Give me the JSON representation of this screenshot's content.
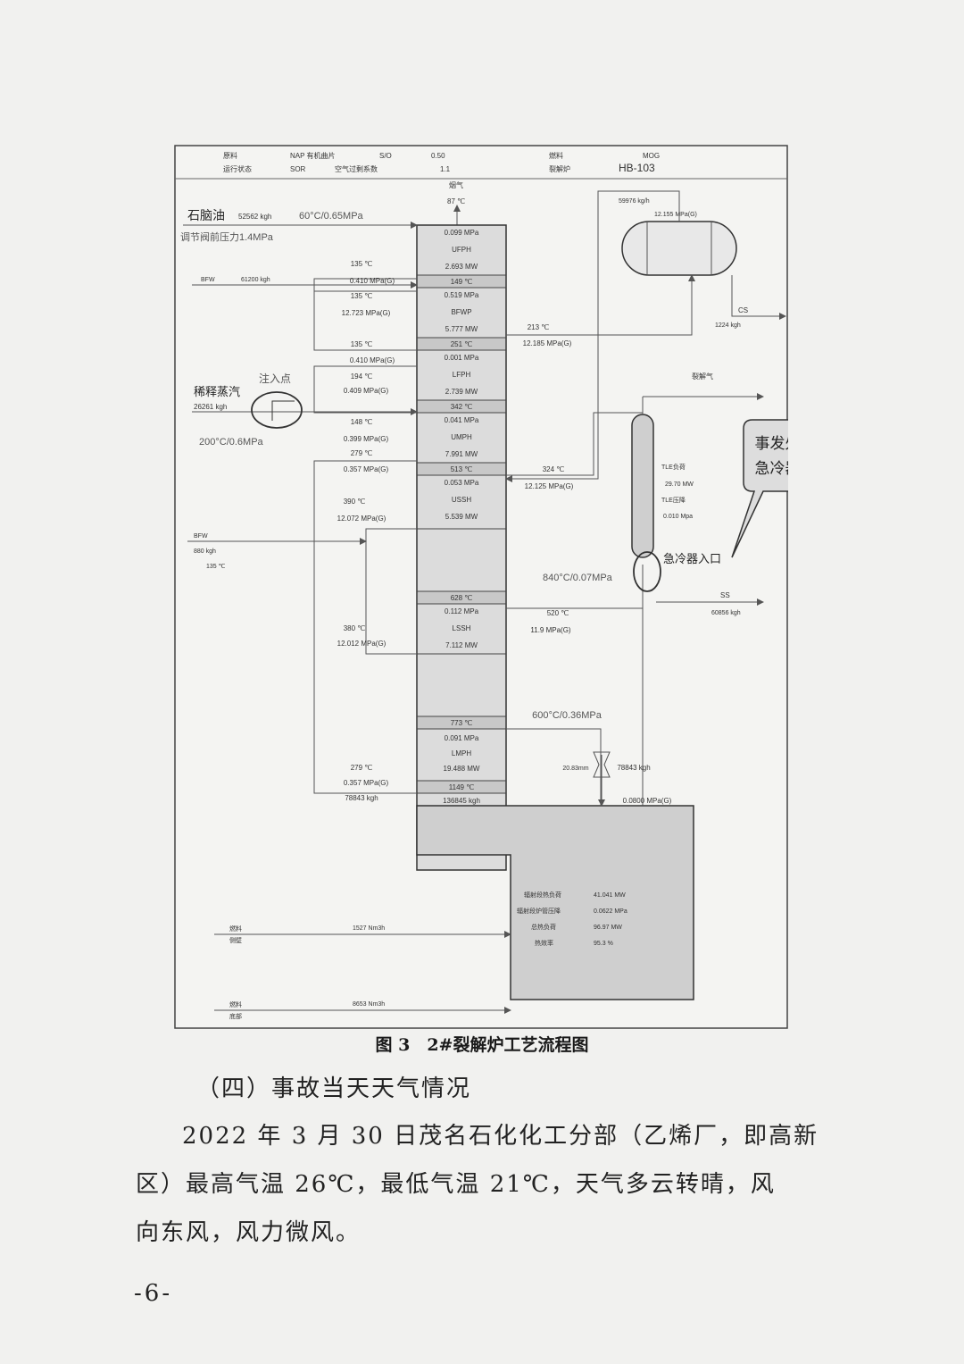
{
  "figure": {
    "header": {
      "row1": [
        "原料",
        "NAP 有机曲片",
        "S/O",
        "0.50",
        "燃料",
        "MOG"
      ],
      "row2": [
        "运行状态",
        "SOR",
        "空气过剩系数",
        "1.1",
        "裂解炉",
        "HB-103"
      ]
    },
    "flue_gas": {
      "label": "烟气",
      "temp": "87 ℃"
    },
    "naphtha": {
      "name": "石脑油",
      "flow": "52562 kgh",
      "cond": "60°C/0.65MPa",
      "note": "调节阀前压力1.4MPa"
    },
    "bfw_top": {
      "label": "BFW",
      "flow": "61200 kgh"
    },
    "dilution_steam": {
      "name": "稀释蒸汽",
      "flow": "26261 kgh",
      "cond": "200°C/0.6MPa",
      "inject": "注入点"
    },
    "bfw_mid": {
      "label": "BFW",
      "flow": "880 kgh",
      "temp": "135 ℃"
    },
    "drum": {
      "flow": "59976 kg/h",
      "pressure": "12.155 MPa(G)"
    },
    "cs": {
      "label": "CS",
      "flow": "1224 kgh"
    },
    "cracked_gas": "裂解气",
    "tle": {
      "duty_label": "TLE负荷",
      "duty": "29.70 MW",
      "dp_label": "TLE压降",
      "dp": "0.010 Mpa"
    },
    "callout": {
      "line1": "事发处",
      "line2": "急冷器"
    },
    "quench_inlet": "急冷器入口",
    "inlet_cond": "840°C/0.07MPa",
    "ss": {
      "label": "SS",
      "flow": "60856 kgh"
    },
    "sections": {
      "ufph": {
        "dp": "0.099 MPa",
        "name": "UFPH",
        "duty": "2.693 MW"
      },
      "t149": "149 ℃",
      "bfwp": {
        "dp": "0.519 MPa",
        "name": "BFWP",
        "duty": "5.777 MW"
      },
      "t251": "251 ℃",
      "lfph": {
        "dp": "0.001 MPa",
        "name": "LFPH",
        "duty": "2.739 MW"
      },
      "t342": "342 ℃",
      "umph": {
        "dp": "0.041 MPa",
        "name": "UMPH",
        "duty": "7.991 MW"
      },
      "t513": "513 ℃",
      "ussh": {
        "dp": "0.053 MPa",
        "name": "USSH",
        "duty": "5.539 MW"
      },
      "t628": "628 ℃",
      "lssh": {
        "dp": "0.112 MPa",
        "name": "LSSH",
        "duty": "7.112 MW"
      },
      "t773": "773 ℃",
      "lmph": {
        "dp": "0.091 MPa",
        "name": "LMPH",
        "duty": "19.488 MW"
      },
      "t1149": "1149 ℃",
      "flow_rad": "136845 kgh"
    },
    "left": {
      "a1": "135 ℃",
      "a2": "0.410 MPa(G)",
      "b1": "135 ℃",
      "b2": "12.723 MPa(G)",
      "c1": "135 ℃",
      "c2": "0.410 MPa(G)",
      "d1": "194 ℃",
      "d2": "0.409 MPa(G)",
      "e1": "148 ℃",
      "e2": "0.399 MPa(G)",
      "e3": "279 ℃",
      "e4": "0.357 MPa(G)",
      "f1": "390 ℃",
      "f2": "12.072 MPa(G)",
      "g1": "380 ℃",
      "g2": "12.012 MPa(G)",
      "h1": "279 ℃",
      "h2": "0.357 MPa(G)",
      "h3": "78843 kgh"
    },
    "right": {
      "r1": "213 ℃",
      "r2": "12.185 MPa(G)",
      "r3": "324 ℃",
      "r4": "12.125 MPa(G)",
      "r5": "520 ℃",
      "r6": "11.9 MPa(G)",
      "r7": "600°C/0.36MPa",
      "r8": "20.83mm",
      "r9": "78843 kgh",
      "r10": "0.0800 MPa(G)"
    },
    "radiant": {
      "l1": "辐射段热负荷",
      "v1": "41.041 MW",
      "l2": "辐射段炉管压降",
      "v2": "0.0622 MPa",
      "l3": "总热负荷",
      "v3": "96.97 MW",
      "l4": "热效率",
      "v4": "95.3 %"
    },
    "fuel1": {
      "a": "燃料",
      "b": "侧壁",
      "flow": "1527 Nm3h"
    },
    "fuel2": {
      "a": "燃料",
      "b": "底部",
      "flow": "8653 Nm3h"
    }
  },
  "caption": "图 3　2#裂解炉工艺流程图",
  "heading": "（四）事故当天天气情况",
  "paragraph": {
    "l1": "2022 年 3 月 30 日茂名石化化工分部（乙烯厂，即高新",
    "l2": "区）最高气温 26℃，最低气温 21℃，天气多云转晴，风",
    "l3": "向东风，风力微风。"
  },
  "page_number": "-6-"
}
